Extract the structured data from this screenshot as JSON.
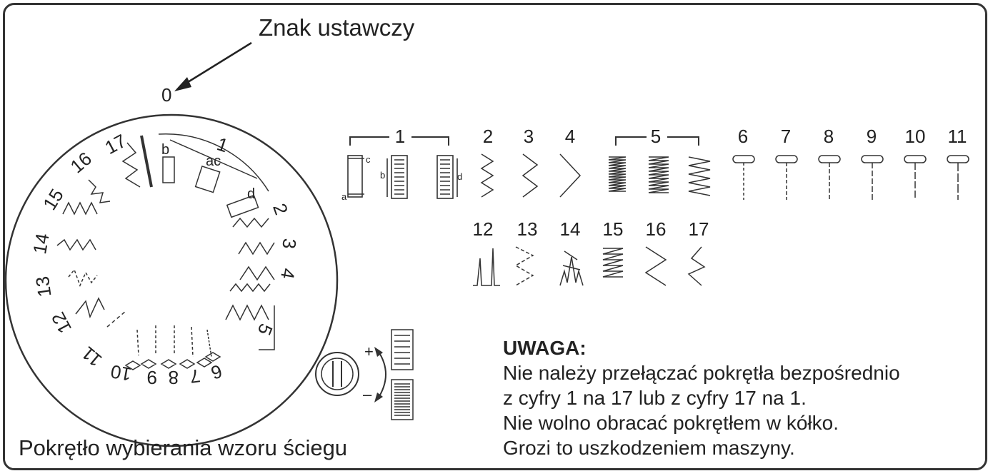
{
  "mark_label": "Znak ustawczy",
  "mark_symbol": "0",
  "dial_caption": "Pokrętło wybierania wzoru ściegu",
  "dial": {
    "numbers_outer": [
      "17",
      "16",
      "15",
      "14",
      "13",
      "12",
      "11",
      "10",
      "9",
      "8",
      "7",
      "6",
      "5",
      "4",
      "3",
      "2",
      "1"
    ],
    "letters": [
      "b",
      "ac",
      "d"
    ]
  },
  "grid": {
    "row1": [
      "1",
      "2",
      "3",
      "4",
      "5",
      "6",
      "7",
      "8",
      "9",
      "10",
      "11"
    ],
    "row2": [
      "12",
      "13",
      "14",
      "15",
      "16",
      "17"
    ],
    "buttonhole_letters": [
      "a",
      "b",
      "c",
      "d"
    ]
  },
  "knob": {
    "plus": "+",
    "minus": "–"
  },
  "note": {
    "title": "UWAGA:",
    "lines": [
      "Nie należy przełączać pokrętła bezpośrednio",
      "z cyfry 1 na 17 lub z cyfry 17 na 1.",
      "Nie wolno obracać pokrętłem w kółko.",
      "Grozi to uszkodzeniem maszyny."
    ]
  }
}
